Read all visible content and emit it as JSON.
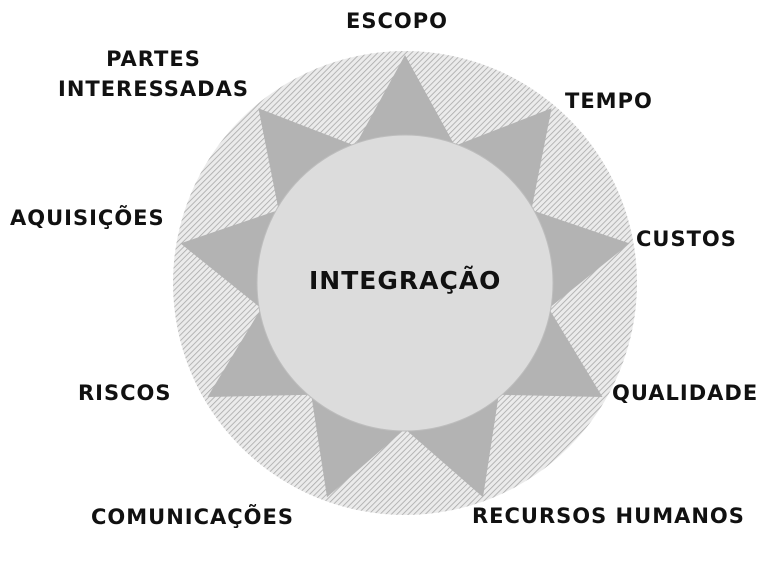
{
  "center": {
    "label": "INTEGRAÇÃO"
  },
  "areas": [
    {
      "id": "escopo",
      "label": "ESCOPO"
    },
    {
      "id": "tempo",
      "label": "TEMPO"
    },
    {
      "id": "custos",
      "label": "CUSTOS"
    },
    {
      "id": "qualidade",
      "label": "QUALIDADE"
    },
    {
      "id": "recursos-humanos",
      "label": "RECURSOS HUMANOS"
    },
    {
      "id": "comunicacoes",
      "label": "COMUNICAÇÕES"
    },
    {
      "id": "riscos",
      "label": "RISCOS"
    },
    {
      "id": "aquisicoes",
      "label": "AQUISIÇÕES"
    },
    {
      "id": "partes-interessadas",
      "label": "PARTES\nINTERESSADAS"
    }
  ],
  "colors": {
    "hatch_light": "#ebebeb",
    "hatch_dark": "#a8a8a8",
    "star_fill": "#b3b3b3",
    "inner_fill": "#dcdcdc",
    "text": "#111111"
  }
}
